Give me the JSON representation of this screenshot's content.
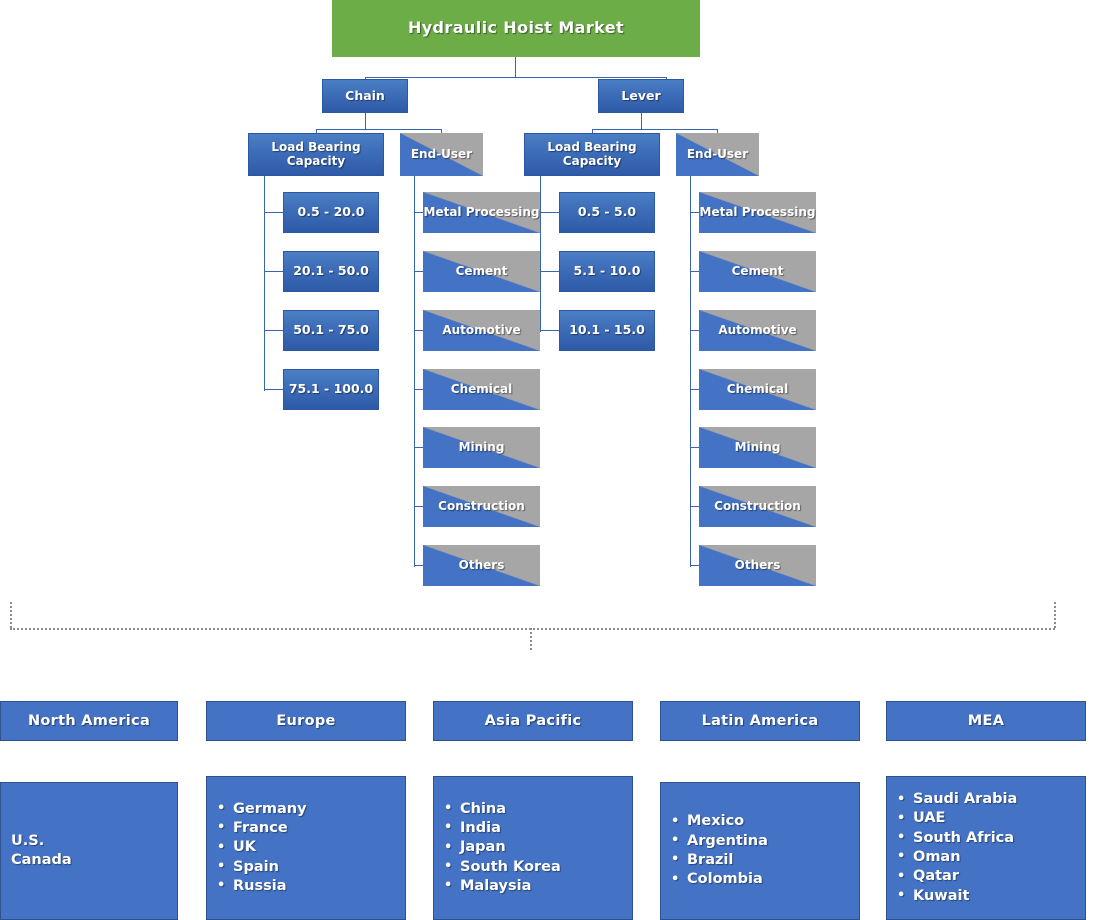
{
  "title": "Hydraulic Hoist Market",
  "segments": [
    {
      "name": "Chain",
      "categories": [
        {
          "name": "Load Bearing Capacity",
          "items": [
            "0.5 - 20.0",
            "20.1 - 50.0",
            "50.1 - 75.0",
            "75.1 - 100.0"
          ]
        },
        {
          "name": "End-User",
          "items": [
            "Metal Processing",
            "Cement",
            "Automotive",
            "Chemical",
            "Mining",
            "Construction",
            "Others"
          ]
        }
      ]
    },
    {
      "name": "Lever",
      "categories": [
        {
          "name": "Load Bearing Capacity",
          "items": [
            "0.5 - 5.0",
            "5.1 - 10.0",
            "10.1 - 15.0"
          ]
        },
        {
          "name": "End-User",
          "items": [
            "Metal Processing",
            "Cement",
            "Automotive",
            "Chemical",
            "Mining",
            "Construction",
            "Others"
          ]
        }
      ]
    }
  ],
  "regions": [
    {
      "name": "North America",
      "bulleted": false,
      "countries": [
        "U.S.",
        "Canada"
      ]
    },
    {
      "name": "Europe",
      "bulleted": true,
      "countries": [
        "Germany",
        "France",
        "UK",
        "Spain",
        "Russia"
      ]
    },
    {
      "name": "Asia Pacific",
      "bulleted": true,
      "countries": [
        "China",
        "India",
        "Japan",
        "South Korea",
        "Malaysia"
      ]
    },
    {
      "name": "Latin America",
      "bulleted": true,
      "countries": [
        "Mexico",
        "Argentina",
        "Brazil",
        "Colombia"
      ]
    },
    {
      "name": "MEA",
      "bulleted": true,
      "countries": [
        "Saudi Arabia",
        "UAE",
        "South Africa",
        "Oman",
        "Qatar",
        "Kuwait"
      ]
    }
  ],
  "colors": {
    "root_green": "#6cad48",
    "blue": "#4472c4",
    "grey": "#a6a6a6",
    "connector": "#3a64ad",
    "dashed": "#8c8c8c"
  }
}
